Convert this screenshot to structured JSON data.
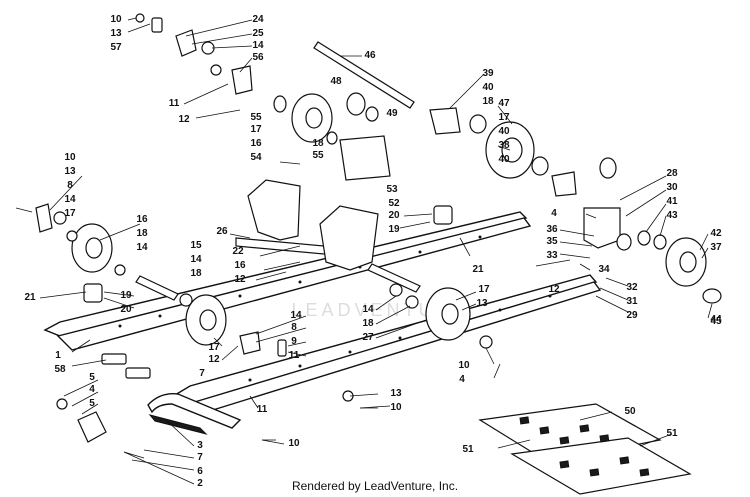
{
  "footer_text": "Rendered by LeadVenture, Inc.",
  "watermark_text": "LEADVENTURE",
  "callouts": [
    "10",
    "13",
    "57",
    "24",
    "25",
    "14",
    "56",
    "46",
    "39",
    "40",
    "18",
    "11",
    "12",
    "55",
    "17",
    "16",
    "48",
    "49",
    "54",
    "18",
    "55",
    "47",
    "17",
    "40",
    "38",
    "40",
    "53",
    "52",
    "50",
    "51",
    "10",
    "13",
    "8",
    "14",
    "17",
    "16",
    "18",
    "14",
    "26",
    "15",
    "14",
    "18",
    "22",
    "16",
    "12",
    "20",
    "19",
    "21",
    "4",
    "36",
    "35",
    "33",
    "28",
    "30",
    "41",
    "43",
    "42",
    "37",
    "44",
    "45",
    "21",
    "19",
    "20",
    "12",
    "34",
    "32",
    "31",
    "29",
    "1",
    "58",
    "17",
    "12",
    "14",
    "8",
    "9",
    "11",
    "14",
    "18",
    "27",
    "17",
    "13",
    "10",
    "4",
    "7",
    "5",
    "4",
    "5",
    "3",
    "7",
    "6",
    "2",
    "10",
    "11",
    "13",
    "10",
    "51"
  ]
}
